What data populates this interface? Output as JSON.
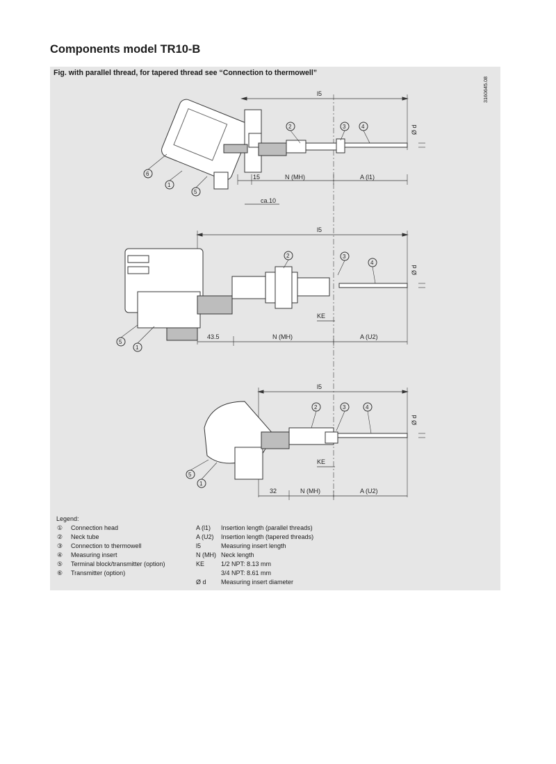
{
  "page": {
    "title": "Components model TR10-B"
  },
  "figure": {
    "caption": "Fig. with parallel thread, for tapered thread see “Connection to thermowell”",
    "doc_number": "3160645.08",
    "views": [
      {
        "overall": "l5",
        "diameter": "Ø d",
        "segments": [
          "15",
          "N (MH)",
          "A (l1)"
        ],
        "extra": "ca.10",
        "callouts": [
          "1",
          "2",
          "3",
          "4",
          "5",
          "6"
        ]
      },
      {
        "overall": "l5",
        "diameter": "Ø d",
        "segments": [
          "43.5",
          "N (MH)",
          "A (U2)"
        ],
        "extra": "KE",
        "callouts": [
          "1",
          "2",
          "3",
          "4",
          "5"
        ]
      },
      {
        "overall": "l5",
        "diameter": "Ø d",
        "segments": [
          "32",
          "N (MH)",
          "A (U2)"
        ],
        "extra": "KE",
        "callouts": [
          "1",
          "2",
          "3",
          "4",
          "5"
        ]
      }
    ]
  },
  "legend": {
    "title": "Legend:",
    "items": [
      {
        "num": "①",
        "label": "Connection head"
      },
      {
        "num": "②",
        "label": "Neck tube"
      },
      {
        "num": "③",
        "label": "Connection to thermowell"
      },
      {
        "num": "④",
        "label": "Measuring insert"
      },
      {
        "num": "⑤",
        "label": "Terminal block/transmitter (option)"
      },
      {
        "num": "⑥",
        "label": "Transmitter (option)"
      }
    ],
    "symbols": [
      {
        "sym": "A (l1)",
        "desc": "Insertion length (parallel threads)"
      },
      {
        "sym": "A (U2)",
        "desc": "Insertion length (tapered threads)"
      },
      {
        "sym": "l5",
        "desc": "Measuring insert length"
      },
      {
        "sym": "N (MH)",
        "desc": "Neck length"
      },
      {
        "sym": "KE",
        "desc": "1/2 NPT: 8.13 mm"
      },
      {
        "sym": "",
        "desc": "3/4 NPT: 8.61 mm"
      },
      {
        "sym": "Ø d",
        "desc": "Measuring insert diameter"
      }
    ]
  }
}
